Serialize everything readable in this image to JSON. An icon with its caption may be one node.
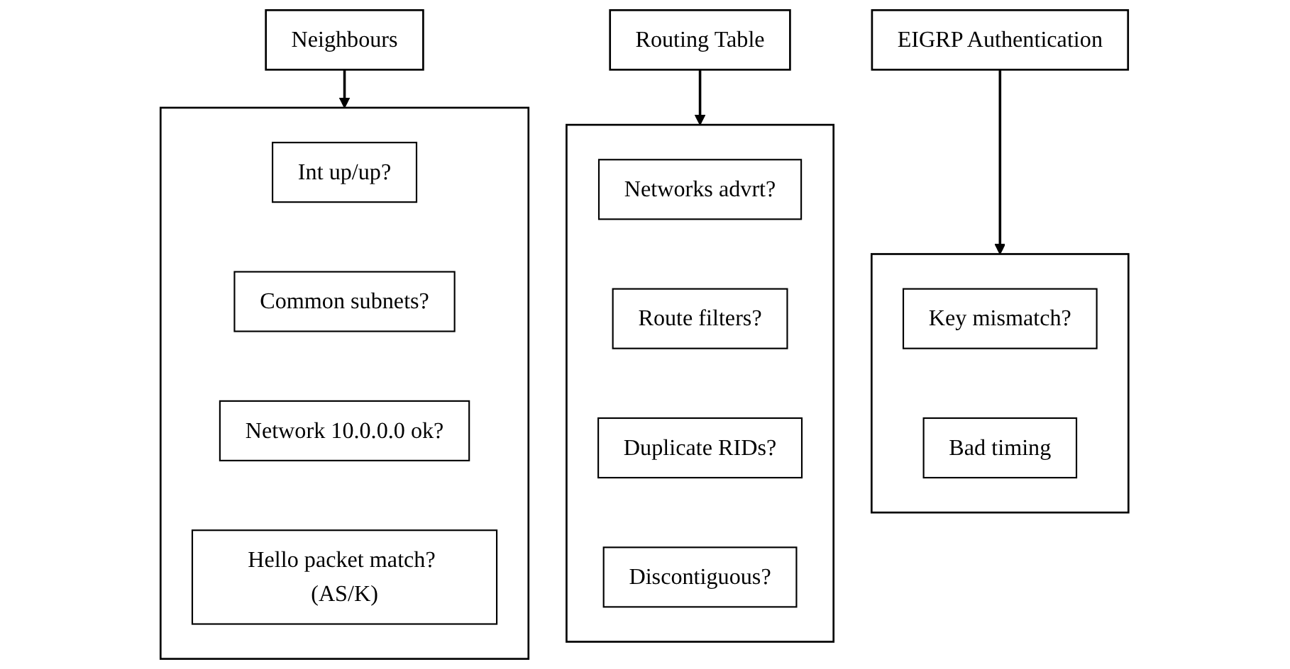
{
  "diagram": {
    "nodes": [
      {
        "text": [
          "Neighbours"
        ]
      },
      {
        "text": [
          "Routing Table"
        ]
      },
      {
        "text": [
          "EIGRP Authentication"
        ]
      },
      {
        "text": [],
        "shape": "box"
      },
      {
        "text": [
          "Int up/up?"
        ],
        "in": 3
      },
      {
        "text": [
          "Common subnets?"
        ],
        "in": 3
      },
      {
        "text": [
          "Network 10.0.0.0 ok?"
        ],
        "in": 3
      },
      {
        "text": [
          "Hello packet match? (AS/K)"
        ],
        "in": 3
      },
      {
        "text": [],
        "shape": "box"
      },
      {
        "text": [
          "Networks advrt?"
        ],
        "in": 8
      },
      {
        "text": [
          "Route filters?"
        ],
        "in": 8
      },
      {
        "text": [
          "Duplicate RIDs?"
        ],
        "in": 8
      },
      {
        "text": [
          "Discontiguous?"
        ],
        "in": 8
      },
      {
        "text": [],
        "shape": "box"
      },
      {
        "text": [
          "Key mismatch?"
        ],
        "in": 13
      },
      {
        "text": [
          "Bad timing"
        ],
        "in": 13
      }
    ],
    "edges": [
      {
        "from": 0,
        "to": 3,
        "arrow": "to"
      },
      {
        "from": 1,
        "to": 8,
        "arrow": "to"
      },
      {
        "from": 2,
        "to": 13,
        "arrow": "to"
      }
    ]
  }
}
